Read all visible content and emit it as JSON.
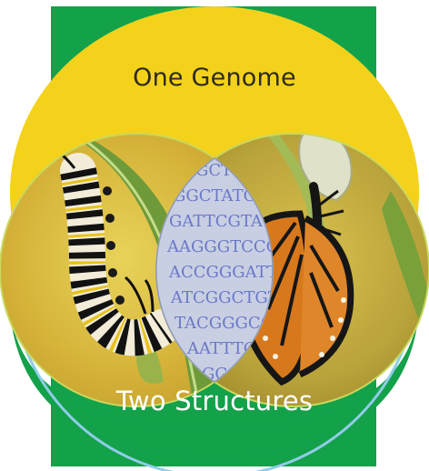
{
  "labels": {
    "top": "One Genome",
    "bottom": "Two Structures"
  },
  "dna_lines": [
    "AGCTTCTT",
    "GGCTATCAA",
    "GATTCGTACA",
    "AAGGGTCCCAG",
    "ACCGGGATTT",
    "ATCGGCTGTT",
    "TACGGGCCTT",
    "AATTTCC",
    "GGGC"
  ],
  "images": {
    "left": "monarch-caterpillar-photo",
    "right": "monarch-butterfly-emerging-photo"
  },
  "colors": {
    "background_yellow": "#f4d21c",
    "green": "#13a14a",
    "rim": "#8fcde7",
    "overlap": "#c8cfe3",
    "dna": "#6b78c8"
  }
}
